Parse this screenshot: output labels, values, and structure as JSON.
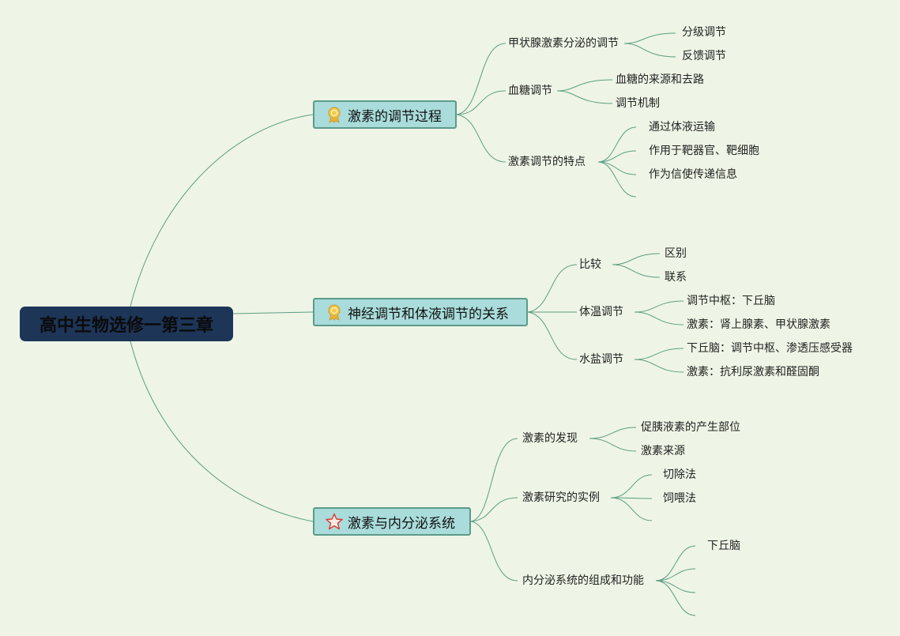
{
  "root": {
    "title": "高中生物选修一第三章"
  },
  "branches": [
    {
      "label": "激素的调节过程",
      "icon": "award-medal-icon",
      "children": [
        {
          "label": "甲状腺激素分泌的调节",
          "children": [
            "分级调节",
            "反馈调节"
          ]
        },
        {
          "label": "血糖调节",
          "children": [
            "血糖的来源和去路",
            "调节机制"
          ]
        },
        {
          "label": "激素调节的特点",
          "children": [
            "通过体液运输",
            "作用于靶器官、靶细胞",
            "作为信使传递信息",
            ""
          ]
        }
      ]
    },
    {
      "label": "神经调节和体液调节的关系",
      "icon": "award-medal-icon",
      "children": [
        {
          "label": "比较",
          "children": [
            "区别",
            "联系"
          ]
        },
        {
          "label": "体温调节",
          "children": [
            "调节中枢：下丘脑",
            "激素：肾上腺素、甲状腺激素"
          ]
        },
        {
          "label": "水盐调节",
          "children": [
            "下丘脑：调节中枢、渗透压感受器",
            "激素：抗利尿激素和醛固酮"
          ]
        }
      ]
    },
    {
      "label": "激素与内分泌系统",
      "icon": "star-icon",
      "children": [
        {
          "label": "激素的发现",
          "children": [
            "促胰液素的产生部位",
            "激素来源"
          ]
        },
        {
          "label": "激素研究的实例",
          "children": [
            "切除法",
            "饲喂法",
            ""
          ]
        },
        {
          "label": "内分泌系统的组成和功能",
          "children": [
            "下丘脑",
            "",
            "",
            ""
          ]
        }
      ]
    }
  ],
  "colors": {
    "background": "#eef5e6",
    "root_fill": "#1d3557",
    "branch_fill": "#a9dcda",
    "branch_border": "#5c9a8a",
    "line": "#5e9c84"
  }
}
